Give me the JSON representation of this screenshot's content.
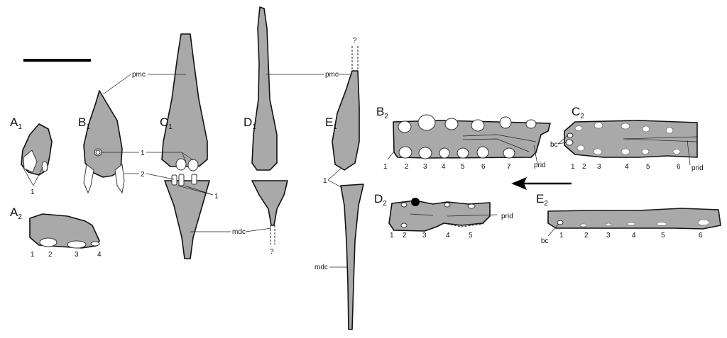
{
  "panels": {
    "A1": {
      "letter": "A",
      "sub": "1"
    },
    "A2": {
      "letter": "A",
      "sub": "2"
    },
    "B1": {
      "letter": "B",
      "sub": "1"
    },
    "B2": {
      "letter": "B",
      "sub": "2"
    },
    "C1": {
      "letter": "C",
      "sub": "1"
    },
    "C2": {
      "letter": "C",
      "sub": "2"
    },
    "D1": {
      "letter": "D",
      "sub": "1"
    },
    "D2": {
      "letter": "D",
      "sub": "2"
    },
    "E1": {
      "letter": "E",
      "sub": "1"
    },
    "E2": {
      "letter": "E",
      "sub": "2"
    }
  },
  "abbreviations": {
    "pmc": "pmc",
    "mdc": "mdc",
    "prid": "prid",
    "bc": "bc",
    "unknown": "?"
  },
  "callouts": {
    "one": "1",
    "two": "2"
  },
  "tooth_numbers": {
    "A2": [
      "1",
      "2",
      "3",
      "4"
    ],
    "B2": [
      "1",
      "2",
      "3",
      "4",
      "5",
      "6",
      "7"
    ],
    "C2": [
      "1",
      "2",
      "3",
      "4",
      "5",
      "6"
    ],
    "D2": [
      "1",
      "2",
      "3",
      "4",
      "5"
    ],
    "E2": [
      "1",
      "2",
      "3",
      "4",
      "5",
      "6"
    ]
  },
  "colors": {
    "bone": "#a9a9a9",
    "outline": "#111111"
  }
}
